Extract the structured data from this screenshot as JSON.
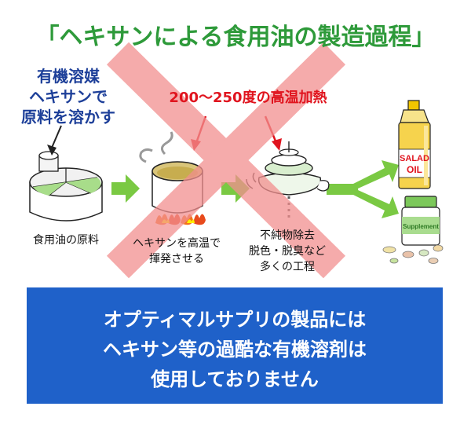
{
  "title": "「ヘキサンによる食用油の製造過程」",
  "solvent_label": [
    "有機溶媒",
    "ヘキサンで",
    "原料を溶かす"
  ],
  "heat_label": "200〜250度の高温加熱",
  "captions": {
    "raw": "食用油の原料",
    "evaporate": [
      "ヘキサンを高温で",
      "揮発させる"
    ],
    "process": [
      "不純物除去",
      "脱色・脱臭など",
      "多くの工程"
    ]
  },
  "bottle_label": [
    "SALAD",
    "OIL"
  ],
  "supplement_label": "Supplement",
  "bottom_message": [
    "オプティマルサプリの製品には",
    "ヘキサン等の過酷な有機溶剤は",
    "使用しておりません"
  ],
  "colors": {
    "title_green": "#2e9a3a",
    "solvent_blue": "#1d3f99",
    "heat_red": "#e0141e",
    "cross_pink": "#f4a7a7",
    "arrow_green": "#7ac943",
    "box_blue": "#1f61c9"
  },
  "icons": [
    "hexane-arrow-icon",
    "raw-material-container-icon",
    "heating-pot-icon",
    "flame-icon",
    "refining-machine-icon",
    "salad-oil-bottle-icon",
    "supplement-jar-icon",
    "cross-mark-icon"
  ]
}
